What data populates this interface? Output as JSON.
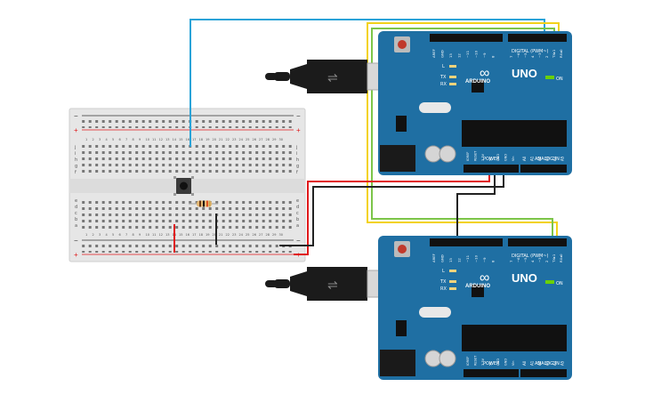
{
  "colors": {
    "board": "#1f6fa3",
    "board_dark": "#16557f",
    "breadboard": "#e4e4e4",
    "wire_blue": "#2aa3d8",
    "wire_yellow": "#f3d21a",
    "wire_green": "#7cc54a",
    "wire_red": "#e0191b",
    "wire_black": "#222222",
    "usb_cable": "#1b1b1b",
    "usb_plug": "#d8d8d8"
  },
  "boards": [
    {
      "brand": "ARDUINO",
      "model": "UNO",
      "digital_header_label": "DIGITAL (PWM~)",
      "power_label": "POWER",
      "analog_label": "ANALOG IN",
      "on_label": "ON",
      "led_labels": [
        "L",
        "TX",
        "RX"
      ],
      "power_pins": [
        "IOREF",
        "RESET",
        "3.3V",
        "5V",
        "GND",
        "GND",
        "Vin"
      ],
      "analog_pins": [
        "A0",
        "A1",
        "A2",
        "A3",
        "A4",
        "A5"
      ],
      "digital_pins_left": [
        "AREF",
        "GND",
        "13",
        "12",
        "~11",
        "~10",
        "~9",
        "8"
      ],
      "digital_pins_right": [
        "7",
        "~6",
        "~5",
        "4",
        "~3",
        "2",
        "TX▸1",
        "RX◂0"
      ]
    },
    {
      "brand": "ARDUINO",
      "model": "UNO",
      "digital_header_label": "DIGITAL (PWM~)",
      "power_label": "POWER",
      "analog_label": "ANALOG IN",
      "on_label": "ON",
      "led_labels": [
        "L",
        "TX",
        "RX"
      ],
      "power_pins": [
        "IOREF",
        "RESET",
        "3.3V",
        "5V",
        "GND",
        "GND",
        "Vin"
      ],
      "analog_pins": [
        "A0",
        "A1",
        "A2",
        "A3",
        "A4",
        "A5"
      ],
      "digital_pins_left": [
        "AREF",
        "GND",
        "13",
        "12",
        "~11",
        "~10",
        "~9",
        "8"
      ],
      "digital_pins_right": [
        "7",
        "~6",
        "~5",
        "4",
        "~3",
        "2",
        "TX▸1",
        "RX◂0"
      ]
    }
  ],
  "breadboard": {
    "row_letters_top": [
      "j",
      "i",
      "h",
      "g",
      "f"
    ],
    "row_letters_bottom": [
      "e",
      "d",
      "c",
      "b",
      "a"
    ],
    "column_numbers": [
      "1",
      "2",
      "3",
      "4",
      "5",
      "6",
      "7",
      "8",
      "9",
      "10",
      "11",
      "12",
      "13",
      "14",
      "15",
      "16",
      "17",
      "18",
      "19",
      "20",
      "21",
      "22",
      "23",
      "24",
      "25",
      "26",
      "27",
      "28",
      "29",
      "30"
    ]
  }
}
